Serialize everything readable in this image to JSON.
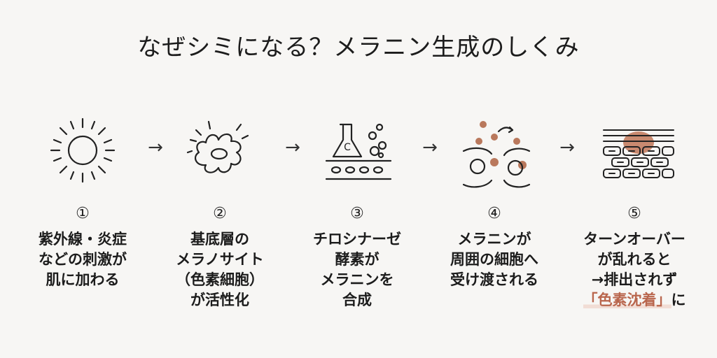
{
  "title": "なぜシミになる？メラニン生成のしくみ",
  "arrow_glyph": "→",
  "icon_labels": {
    "chemical": "C"
  },
  "colors": {
    "pigment": "#b9785c",
    "stain": "#c98a70",
    "highlight_text": "#b9664d",
    "highlight_bg": "#f1ddd5"
  },
  "icons": [
    "sun-icon",
    "melanocyte-icon",
    "enzyme-flask-icon",
    "melanin-transfer-icon",
    "skin-cells-stain-icon"
  ],
  "steps": [
    {
      "num": "①",
      "lines": [
        "紫外線・炎症",
        "などの刺激が",
        "肌に加わる"
      ]
    },
    {
      "num": "②",
      "lines": [
        "基底層の",
        "メラノサイト",
        "（色素細胞）",
        "が活性化"
      ]
    },
    {
      "num": "③",
      "lines": [
        "チロシナーゼ",
        "酵素が",
        "メラニンを",
        "合成"
      ]
    },
    {
      "num": "④",
      "lines": [
        "メラニンが",
        "周囲の細胞へ",
        "受け渡される"
      ]
    },
    {
      "num": "⑤",
      "lines": [
        "ターンオーバー",
        "が乱れると",
        "→排出されず"
      ],
      "highlight": "「色素沈着」",
      "highlight_suffix": "に"
    }
  ]
}
